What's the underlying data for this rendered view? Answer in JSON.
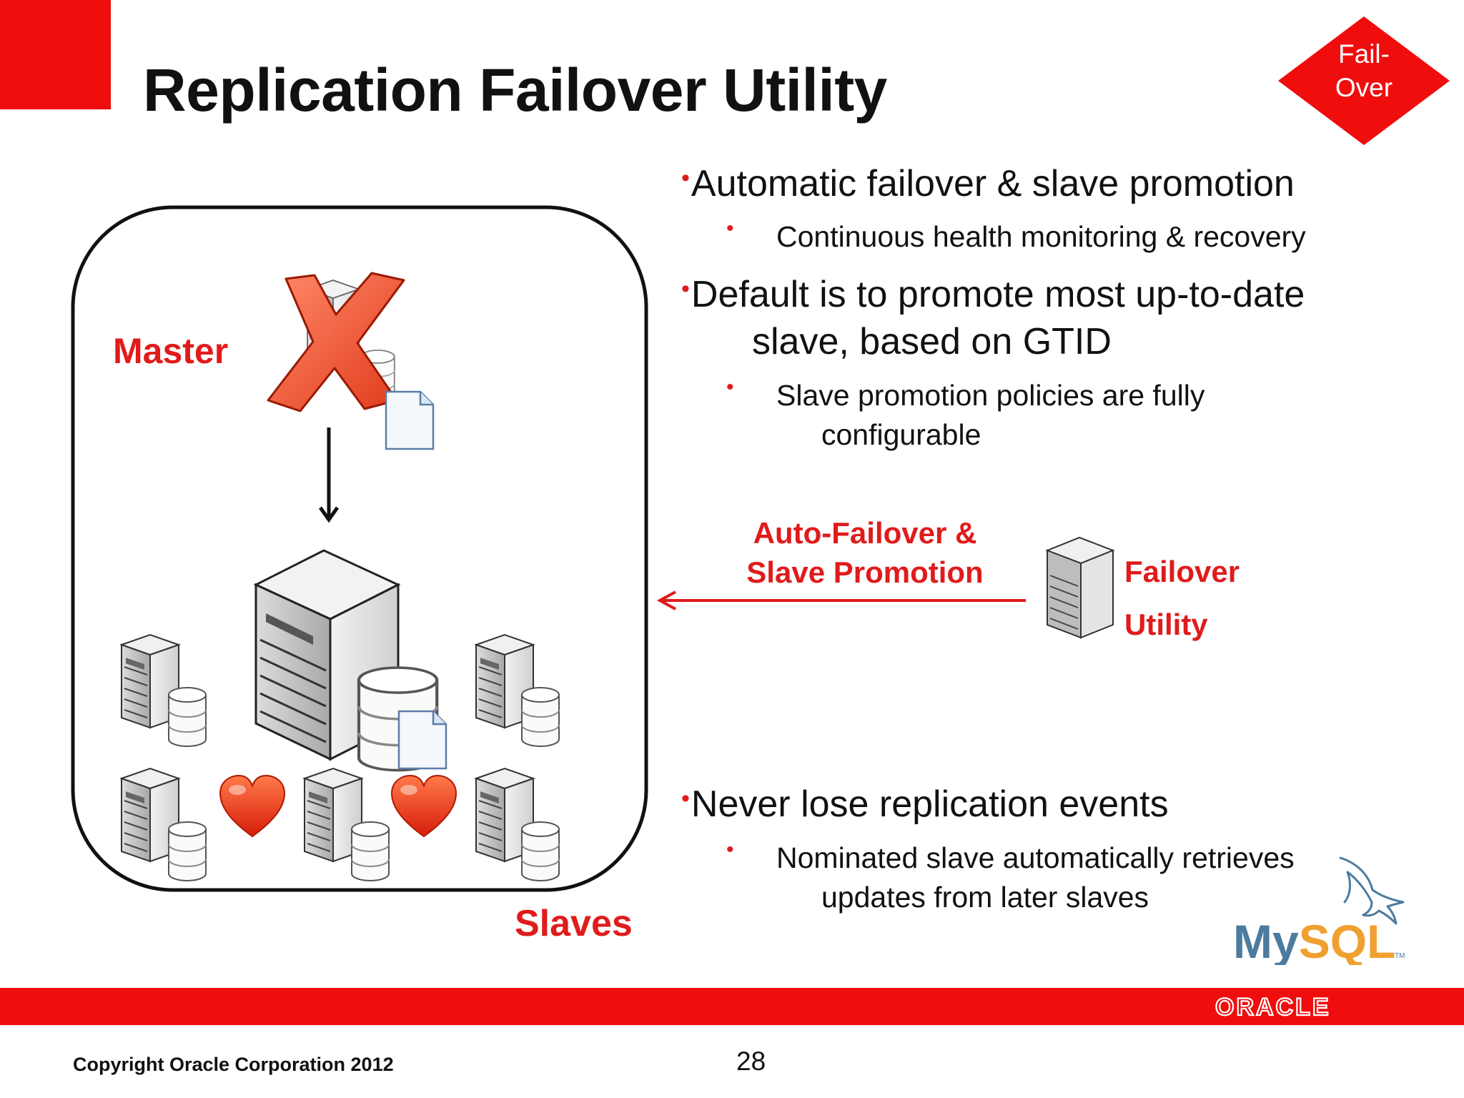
{
  "slide": {
    "title": "Replication Failover Utility",
    "badge": {
      "line1": "Fail-",
      "line2": "Over"
    },
    "bullet_glyph": "•",
    "bullets": [
      {
        "text": "Automatic failover & slave promotion",
        "sub": [
          "Continuous health monitoring & recovery"
        ]
      },
      {
        "line1": "Default is to promote most up-to-date",
        "line2": "slave, based on GTID",
        "sub": [
          {
            "line1": "Slave promotion policies are fully",
            "line2": "configurable"
          }
        ]
      },
      {
        "text": "Never lose replication events",
        "sub": [
          {
            "line1": "Nominated slave automatically retrieves",
            "line2": "updates from later slaves"
          }
        ]
      }
    ],
    "diagram": {
      "master_label": "Master",
      "slaves_label": "Slaves",
      "arrow_label_line1": "Auto-Failover &",
      "arrow_label_line2": "Slave Promotion",
      "utility_label_line1": "Failover",
      "utility_label_line2": "Utility"
    },
    "logos": {
      "mysql": "MySQL",
      "mysql_tm": "TM",
      "oracle": "ORACLE"
    },
    "footer": {
      "copyright": "Copyright Oracle Corporation 2012",
      "page_number": "28"
    },
    "colors": {
      "brand_red": "#f00d0d",
      "label_red": "#e01b1b",
      "mysql_blue": "#4b7b9e",
      "mysql_orange": "#f0a030"
    },
    "icons": [
      "red-x-icon",
      "server-icon",
      "database-icon",
      "document-icon",
      "heart-icon",
      "down-arrow-icon",
      "left-arrow-icon",
      "dolphin-icon"
    ]
  }
}
